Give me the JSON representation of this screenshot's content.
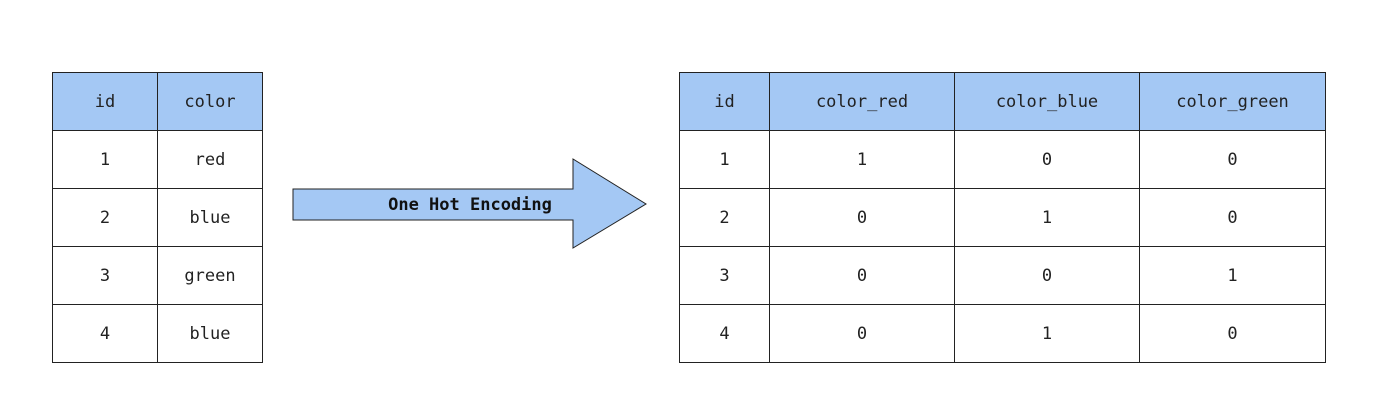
{
  "input_table": {
    "headers": [
      "id",
      "color"
    ],
    "rows": [
      [
        "1",
        "red"
      ],
      [
        "2",
        "blue"
      ],
      [
        "3",
        "green"
      ],
      [
        "4",
        "blue"
      ]
    ]
  },
  "arrow": {
    "label": "One Hot Encoding",
    "fill_color": "#a4c8f4",
    "stroke_color": "#222222"
  },
  "output_table": {
    "headers": [
      "id",
      "color_red",
      "color_blue",
      "color_green"
    ],
    "rows": [
      [
        "1",
        "1",
        "0",
        "0"
      ],
      [
        "2",
        "0",
        "1",
        "0"
      ],
      [
        "3",
        "0",
        "0",
        "1"
      ],
      [
        "4",
        "0",
        "1",
        "0"
      ]
    ]
  },
  "colors": {
    "header_background": "#a4c8f4",
    "border": "#222222",
    "text": "#222222"
  }
}
